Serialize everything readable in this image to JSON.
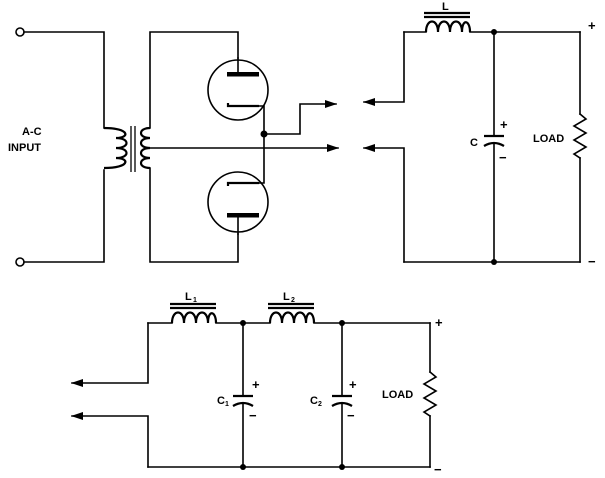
{
  "input": {
    "label_line1": "A-C",
    "label_line2": "INPUT"
  },
  "choke_input_filter": {
    "inductor": "L",
    "capacitor": "C",
    "capacitor_plus": "+",
    "capacitor_minus": "−",
    "load": "LOAD",
    "output_plus": "+",
    "output_minus": "−"
  },
  "two_section_filter": {
    "inductor1": "L",
    "inductor1_sub": "1",
    "inductor2": "L",
    "inductor2_sub": "2",
    "capacitor1": "C",
    "capacitor1_sub": "1",
    "capacitor2": "C",
    "capacitor2_sub": "2",
    "capacitor_plus": "+",
    "capacitor_minus": "−",
    "load": "LOAD",
    "output_plus": "+",
    "output_minus": "−"
  }
}
